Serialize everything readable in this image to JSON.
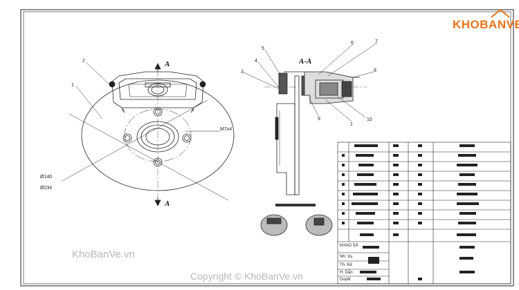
{
  "brand": {
    "name": "KHOBANVE",
    "color": "#e8731a"
  },
  "watermarks": {
    "left": "KhoBanVe.vn",
    "bottom": "Copyright © KhoBanVe.vn"
  },
  "section_label": "A-A",
  "section_marks": {
    "top": "A",
    "bottom": "A"
  },
  "dimensions": {
    "thread": "M7x4",
    "d140": "Ø140",
    "d234": "Ø234"
  },
  "part_numbers": {
    "p1": "1",
    "p2": "2",
    "p3": "3",
    "p4": "4",
    "p5": "5",
    "p6": "6",
    "p7": "7",
    "p8": "8",
    "p9": "9",
    "p10": "10",
    "p1b": "1"
  },
  "title_block": {
    "rows": [
      "KHAO SÁ",
      "Nh. Vụ",
      "Th. Kế",
      "H. Dẫn",
      "Duyệt"
    ]
  }
}
